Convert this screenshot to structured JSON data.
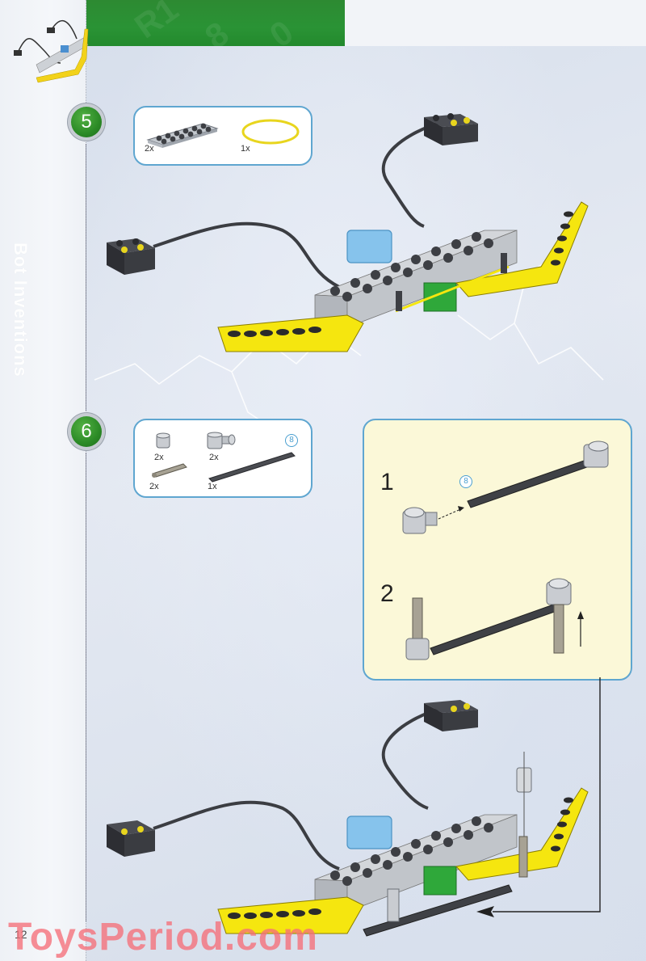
{
  "page": {
    "page_number": "12",
    "side_text": "Bot Inventions",
    "watermark": "ToysPeriod.com"
  },
  "colors": {
    "header_green": "#2a9335",
    "step_green": "#2b8a26",
    "box_border": "#5fa6d0",
    "substep_bg": "#fbf8d8",
    "lego_yellow": "#f5e60f",
    "lego_gray": "#c9ccd0",
    "lego_dark": "#3a3a3a",
    "lego_blue": "#7fbde8",
    "lego_green": "#2fa83a"
  },
  "steps": [
    {
      "number": "5",
      "parts": [
        {
          "icon": "plate-2x6-icon",
          "qty": "2x"
        },
        {
          "icon": "rubber-band-icon",
          "qty": "1x"
        }
      ]
    },
    {
      "number": "6",
      "parts": [
        {
          "icon": "bush-icon",
          "qty": "2x"
        },
        {
          "icon": "cross-block-icon",
          "qty": "2x"
        },
        {
          "icon": "axle-pin-icon",
          "qty": "2x"
        },
        {
          "icon": "axle-8-icon",
          "qty": "1x",
          "length_badge": "8"
        }
      ],
      "substeps": [
        {
          "number": "1",
          "length_badge": "8"
        },
        {
          "number": "2"
        }
      ]
    }
  ]
}
